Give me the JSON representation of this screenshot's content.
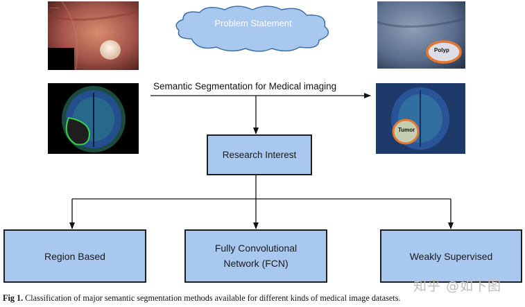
{
  "cloud": {
    "label": "Problem Statement"
  },
  "arrow_label": "Semantic Segmentation for Medical imaging",
  "images": {
    "polyp_label": "Polyp",
    "tumor_label": "Tumor"
  },
  "research_box": {
    "label": "Research Interest"
  },
  "methods": [
    {
      "line1": "Region Based",
      "line2": ""
    },
    {
      "line1": "Fully Convolutional",
      "line2": "Network (FCN)"
    },
    {
      "line1": "Weakly Supervised",
      "line2": ""
    }
  ],
  "caption": {
    "prefix": "Fig 1.",
    "text": "Classification of major semantic segmentation methods available for different kinds of medical image datasets."
  },
  "watermark": "知乎 @如下图",
  "colors": {
    "box_fill": "#a9c8ef",
    "cloud_fill": "#a9c8ef",
    "ring": "#e8772e"
  }
}
